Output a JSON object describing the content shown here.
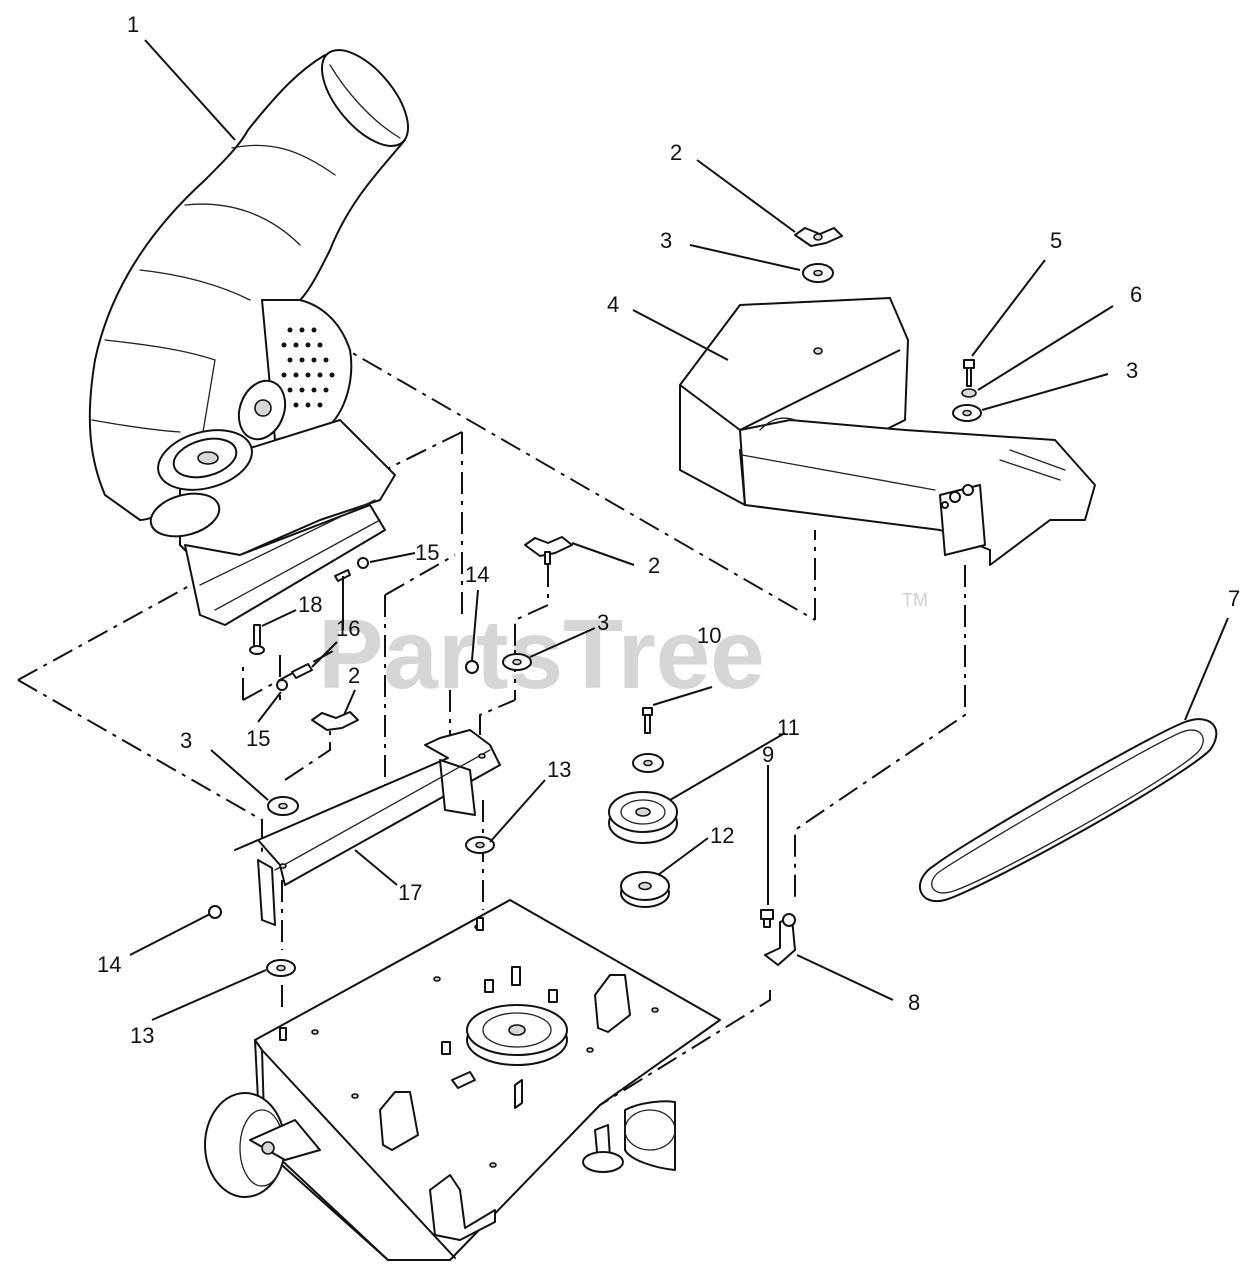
{
  "watermark": {
    "text": "PartsTree",
    "trademark": "TM"
  },
  "callouts": {
    "c1": "1",
    "c2a": "2",
    "c2b": "2",
    "c2c": "2",
    "c3a": "3",
    "c3b": "3",
    "c3c": "3",
    "c3d": "3",
    "c4": "4",
    "c5": "5",
    "c6": "6",
    "c7": "7",
    "c8": "8",
    "c9": "9",
    "c10": "10",
    "c11": "11",
    "c12": "12",
    "c13a": "13",
    "c13b": "13",
    "c14a": "14",
    "c14b": "14",
    "c15a": "15",
    "c15b": "15",
    "c16": "16",
    "c17": "17",
    "c18": "18"
  },
  "parts": [
    {
      "id": "1",
      "name": "discharge chute"
    },
    {
      "id": "2",
      "name": "wing knob"
    },
    {
      "id": "3",
      "name": "flat washer"
    },
    {
      "id": "4",
      "name": "belt cover"
    },
    {
      "id": "5",
      "name": "bolt"
    },
    {
      "id": "6",
      "name": "lock washer"
    },
    {
      "id": "7",
      "name": "v-belt"
    },
    {
      "id": "8",
      "name": "bracket"
    },
    {
      "id": "9",
      "name": "nut"
    },
    {
      "id": "10",
      "name": "bolt"
    },
    {
      "id": "11",
      "name": "pulley"
    },
    {
      "id": "12",
      "name": "hub"
    },
    {
      "id": "13",
      "name": "washer"
    },
    {
      "id": "14",
      "name": "nut"
    },
    {
      "id": "15",
      "name": "nut"
    },
    {
      "id": "16",
      "name": "spacer"
    },
    {
      "id": "17",
      "name": "mounting bracket"
    },
    {
      "id": "18",
      "name": "bolt"
    }
  ]
}
